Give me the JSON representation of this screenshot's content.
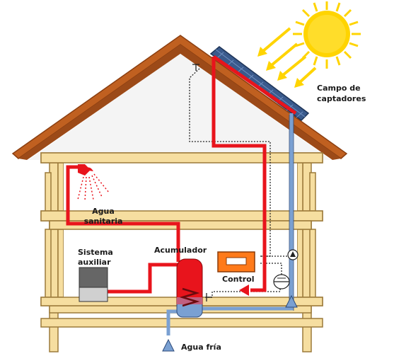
{
  "labels": {
    "campo_line1": "Campo de",
    "campo_line2": "captadores",
    "agua_sanitaria_line1": "Agua",
    "agua_sanitaria_line2": "sanitaria",
    "sistema_line1": "Sistema",
    "sistema_line2": "auxiliar",
    "acumulador": "Acumulador",
    "control": "Control",
    "agua_fria": "Agua fría",
    "thermo_symbol": "T"
  },
  "colors": {
    "hot_pipe": "#e8141c",
    "cold_pipe": "#7aa0d2",
    "roof": "#b85a1a",
    "wood": "#f6deA0",
    "wood_stroke": "#9c7a3a",
    "sun": "#ffd400",
    "panel": "#3a5a8c",
    "control_box": "#ff7a1a"
  }
}
